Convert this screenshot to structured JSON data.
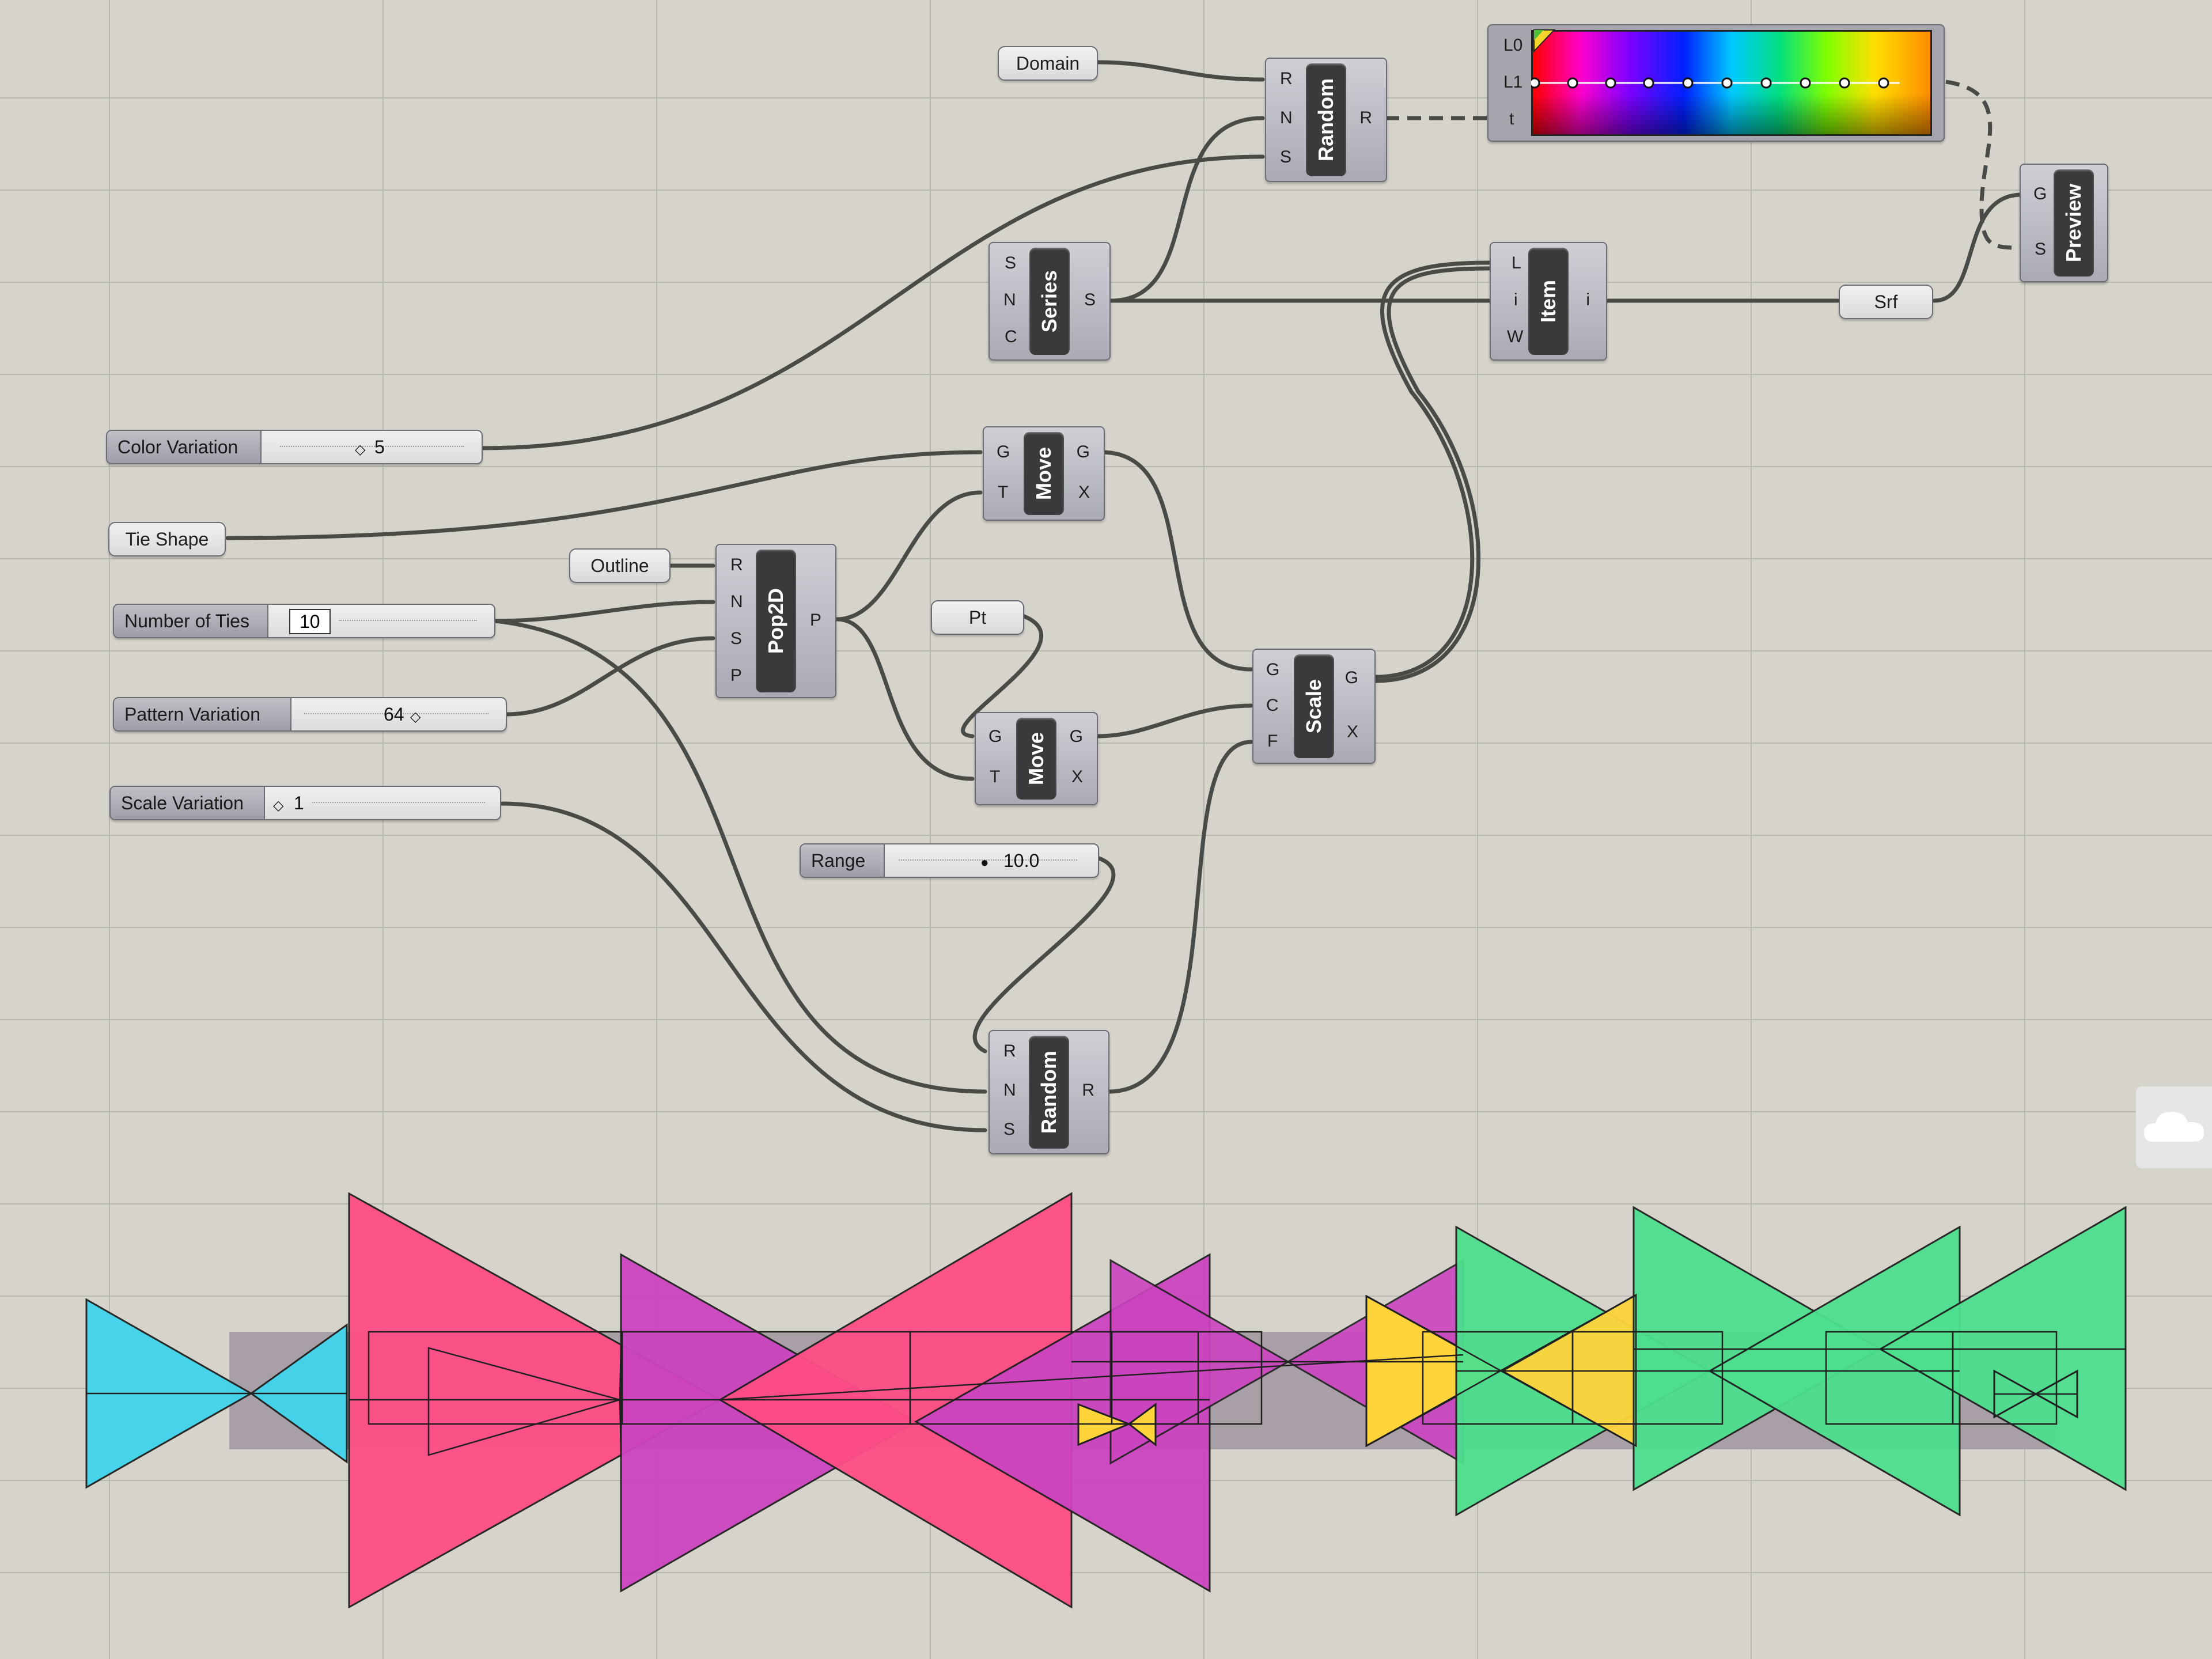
{
  "components": {
    "random_top": {
      "title": "Random",
      "inputs": [
        "R",
        "N",
        "S"
      ],
      "outputs": [
        "R"
      ]
    },
    "series": {
      "title": "Series",
      "inputs": [
        "S",
        "N",
        "C"
      ],
      "outputs": [
        "S"
      ]
    },
    "item": {
      "title": "Item",
      "inputs": [
        "L",
        "i",
        "W"
      ],
      "outputs": [
        "i"
      ]
    },
    "preview": {
      "title": "Preview",
      "inputs": [
        "G",
        "S"
      ]
    },
    "move_top": {
      "title": "Move",
      "inputs": [
        "G",
        "T"
      ],
      "outputs": [
        "G",
        "X"
      ]
    },
    "pop2d": {
      "title": "Pop2D",
      "inputs": [
        "R",
        "N",
        "S",
        "P"
      ],
      "outputs": [
        "P"
      ]
    },
    "move_bottom": {
      "title": "Move",
      "inputs": [
        "G",
        "T"
      ],
      "outputs": [
        "G",
        "X"
      ]
    },
    "scale": {
      "title": "Scale",
      "inputs": [
        "G",
        "C",
        "F"
      ],
      "outputs": [
        "G",
        "X"
      ]
    },
    "random_bottom": {
      "title": "Random",
      "inputs": [
        "R",
        "N",
        "S"
      ],
      "outputs": [
        "R"
      ]
    },
    "gradient": {
      "inputs": [
        "L0",
        "L1",
        "t"
      ]
    }
  },
  "params": {
    "domain": "Domain",
    "srf": "Srf",
    "outline": "Outline",
    "pt": "Pt",
    "tie_shape": "Tie Shape"
  },
  "sliders": {
    "color_variation": {
      "label": "Color Variation",
      "value": "5"
    },
    "number_of_ties": {
      "label": "Number of Ties",
      "value": "10"
    },
    "pattern_variation": {
      "label": "Pattern Variation",
      "value": "64"
    },
    "scale_variation": {
      "label": "Scale Variation",
      "value": "1"
    },
    "range": {
      "label": "Range",
      "value": "10.0"
    }
  },
  "colors": {
    "canvas": "#d6d3cb",
    "grid_line": "#b9b8b0",
    "wire": "#4a4a46",
    "tie_cyan": "#40d4ec",
    "tie_pink": "#ff4d86",
    "tie_magenta": "#cc44c0",
    "tie_yellow": "#ffd43b",
    "tie_green": "#4ddf8e",
    "band": "#a8a0a6"
  },
  "icons": {
    "cloud": "cloud-icon"
  }
}
